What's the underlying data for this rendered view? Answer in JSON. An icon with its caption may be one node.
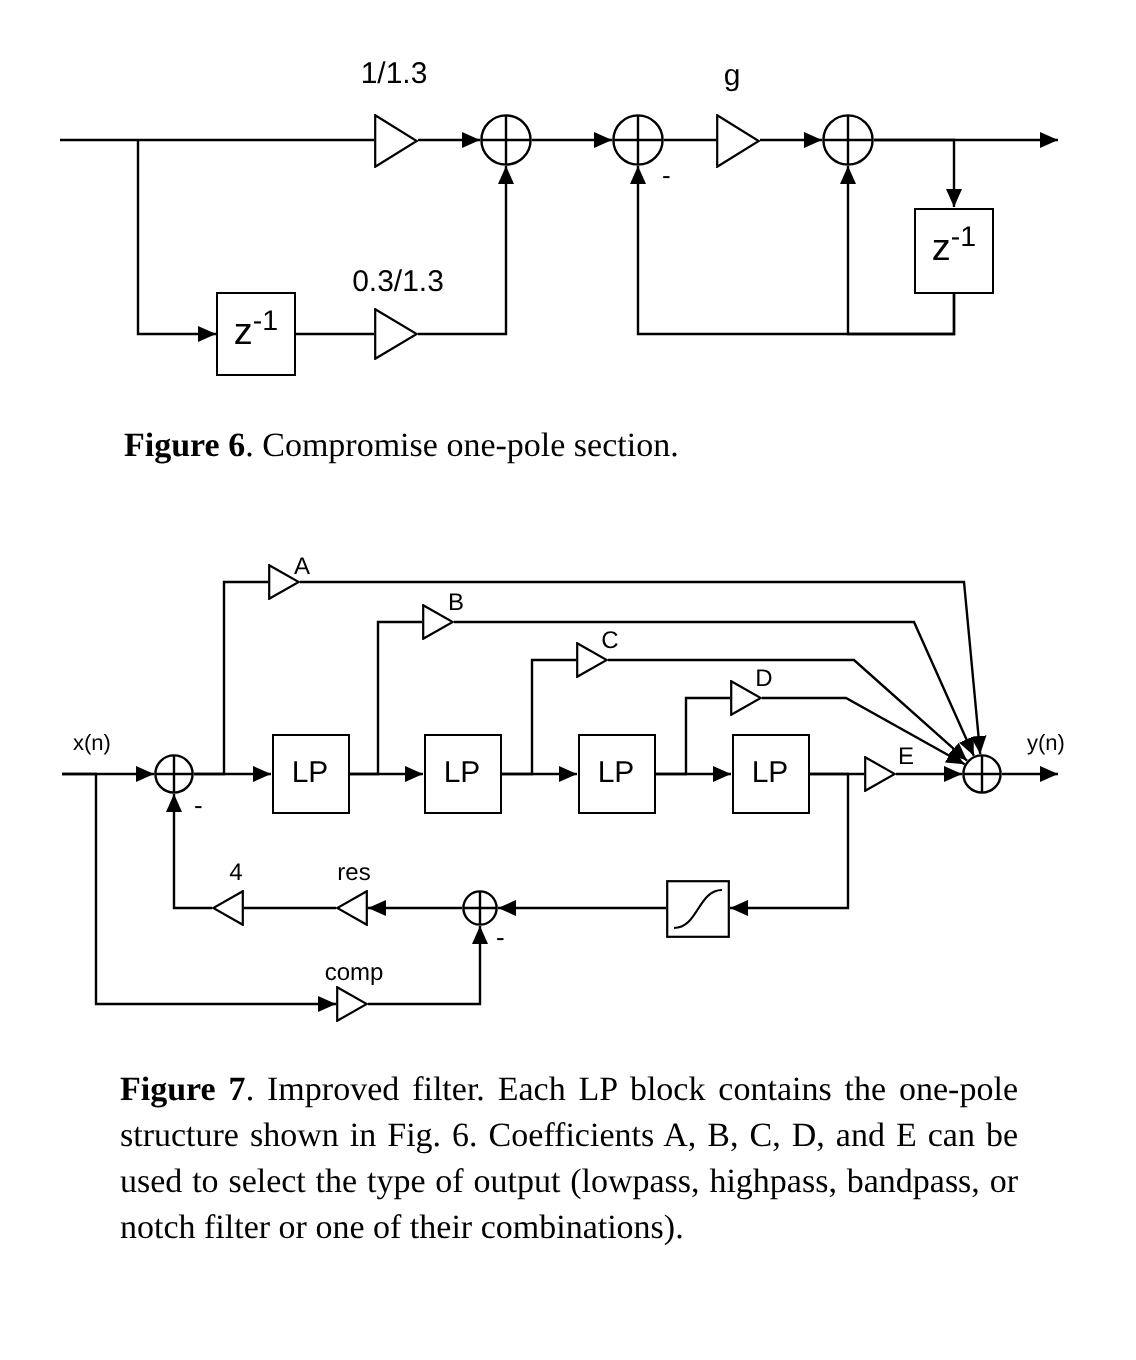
{
  "diagram": {
    "nodes": [
      {
        "text": [],
        "shape": "triangle",
        "beside": [
          "1/1.3"
        ]
      },
      {
        "text": [],
        "shape": "circle"
      },
      {
        "text": [
          "z$^{-1}$"
        ]
      },
      {
        "text": [],
        "shape": "triangle",
        "beside": [
          "0.3/1.3"
        ]
      },
      {
        "text": [],
        "shape": "circle"
      },
      {
        "text": [],
        "shape": "triangle",
        "beside": [
          "g"
        ]
      },
      {
        "text": [],
        "shape": "circle"
      },
      {
        "text": [
          "z$^{-1}$"
        ]
      },
      {
        "text": [],
        "shape": "circle"
      },
      {
        "text": [
          "LP"
        ]
      },
      {
        "text": [
          "LP"
        ]
      },
      {
        "text": [
          "LP"
        ]
      },
      {
        "text": [
          "LP"
        ]
      },
      {
        "text": [],
        "shape": "triangle",
        "beside": [
          "A"
        ]
      },
      {
        "text": [],
        "shape": "triangle",
        "beside": [
          "B"
        ]
      },
      {
        "text": [],
        "shape": "triangle",
        "beside": [
          "C"
        ]
      },
      {
        "text": [],
        "shape": "triangle",
        "beside": [
          "D"
        ]
      },
      {
        "text": [],
        "shape": "triangle",
        "beside": [
          "E"
        ]
      },
      {
        "text": [],
        "shape": "circle"
      },
      {
        "text": [],
        "shape": "box"
      },
      {
        "text": [],
        "shape": "circle"
      },
      {
        "text": [],
        "shape": "triangle",
        "beside": [
          "res"
        ]
      },
      {
        "text": [],
        "shape": "triangle",
        "beside": [
          "4"
        ]
      },
      {
        "text": [],
        "shape": "triangle",
        "beside": [
          "comp"
        ]
      },
      {
        "text": [
          "x(n)"
        ]
      },
      {
        "text": [
          "y(n)"
        ]
      }
    ],
    "edges": [
      {
        "from": null,
        "to": 0,
        "arrow": "none"
      },
      {
        "from": null,
        "to": 2,
        "arrow": "to"
      },
      {
        "from": 0,
        "to": 1,
        "arrow": "to"
      },
      {
        "from": 2,
        "to": 3,
        "arrow": "none"
      },
      {
        "from": 3,
        "to": 1,
        "arrow": "to"
      },
      {
        "from": 1,
        "to": 4,
        "arrow": "to"
      },
      {
        "from": 4,
        "to": 5,
        "arrow": "none"
      },
      {
        "from": 5,
        "to": 6,
        "arrow": "to"
      },
      {
        "from": 6,
        "to": null,
        "arrow": "to"
      },
      {
        "from": 6,
        "to": 7,
        "arrow": "to"
      },
      {
        "from": 7,
        "to": 4,
        "arrow": "to",
        "label": "-"
      },
      {
        "from": 7,
        "to": 6,
        "arrow": "to"
      },
      {
        "from": 24,
        "to": 8,
        "arrow": "to"
      },
      {
        "from": 24,
        "to": 23,
        "arrow": "to"
      },
      {
        "from": 8,
        "to": 9,
        "arrow": "to"
      },
      {
        "from": 8,
        "to": 13,
        "arrow": "none"
      },
      {
        "from": 9,
        "to": 10,
        "arrow": "to"
      },
      {
        "from": 9,
        "to": 14,
        "arrow": "none"
      },
      {
        "from": 10,
        "to": 11,
        "arrow": "to"
      },
      {
        "from": 10,
        "to": 15,
        "arrow": "none"
      },
      {
        "from": 11,
        "to": 12,
        "arrow": "to"
      },
      {
        "from": 11,
        "to": 16,
        "arrow": "none"
      },
      {
        "from": 12,
        "to": 17,
        "arrow": "none"
      },
      {
        "from": 12,
        "to": 19,
        "arrow": "to"
      },
      {
        "from": 13,
        "to": 18,
        "arrow": "to"
      },
      {
        "from": 14,
        "to": 18,
        "arrow": "to"
      },
      {
        "from": 15,
        "to": 18,
        "arrow": "to"
      },
      {
        "from": 16,
        "to": 18,
        "arrow": "to"
      },
      {
        "from": 17,
        "to": 18,
        "arrow": "to"
      },
      {
        "from": 18,
        "to": 25,
        "arrow": "to"
      },
      {
        "from": 19,
        "to": 20,
        "arrow": "to"
      },
      {
        "from": 23,
        "to": 20,
        "arrow": "to",
        "label": "-"
      },
      {
        "from": 20,
        "to": 21,
        "arrow": "to"
      },
      {
        "from": 21,
        "to": 22,
        "arrow": "none"
      },
      {
        "from": 22,
        "to": 8,
        "arrow": "to",
        "label": "-"
      }
    ],
    "labels": [
      "**Figure 6**. Compromise one-pole section.",
      "**Figure 7**. Improved filter. Each LP block contains the one-pole structure shown in Fig. 6. Coefficients A, B, C, D, and E can be used to select the type of output (lowpass, highpass, bandpass, or notch filter or one of their combinations)."
    ]
  }
}
